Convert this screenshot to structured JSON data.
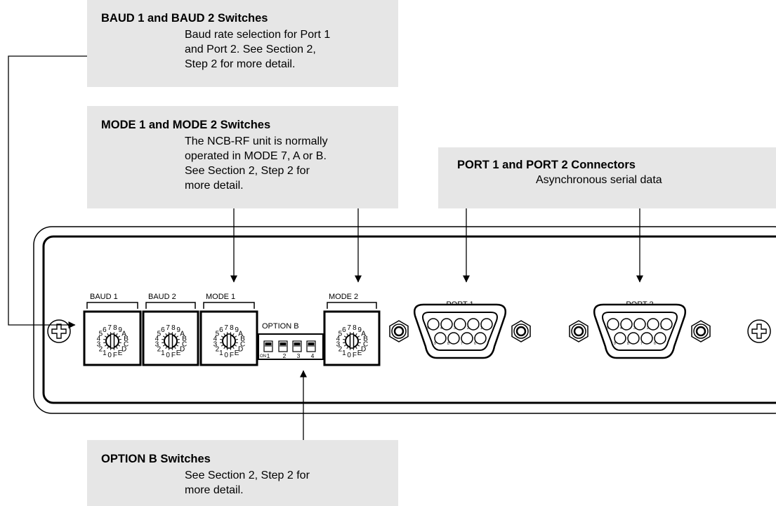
{
  "callouts": {
    "baud": {
      "title": "BAUD 1 and BAUD 2 Switches",
      "body": "Baud rate selection for Port 1\nand Port 2.  See Section 2,\nStep 2 for more detail."
    },
    "mode": {
      "title": "MODE 1 and MODE 2 Switches",
      "body": "The NCB-RF unit is normally\noperated in MODE 7, A or B.\nSee Section 2, Step 2 for\nmore detail."
    },
    "port": {
      "title": "PORT 1 and PORT 2 Connectors",
      "body": "Asynchronous serial data"
    },
    "option": {
      "title": "OPTION B Switches",
      "body": "See Section 2, Step 2 for\nmore detail."
    }
  },
  "panel": {
    "labels": {
      "baud1": "BAUD 1",
      "baud2": "BAUD 2",
      "mode1": "MODE 1",
      "mode2": "MODE 2",
      "option_b": "OPTION B",
      "port1": "PORT 1",
      "port2": "PORT 2"
    },
    "dial_digits": [
      "0",
      "1",
      "2",
      "3",
      "4",
      "5",
      "6",
      "7",
      "8",
      "9",
      "A",
      "B",
      "C",
      "D",
      "E",
      "F"
    ],
    "dip_labels": [
      "ON",
      "1",
      "2",
      "3",
      "4"
    ],
    "port_pins_top": [
      "5",
      "4",
      "3",
      "2",
      "1"
    ],
    "port_pins_bottom": [
      "9",
      "8",
      "7",
      "6"
    ]
  }
}
